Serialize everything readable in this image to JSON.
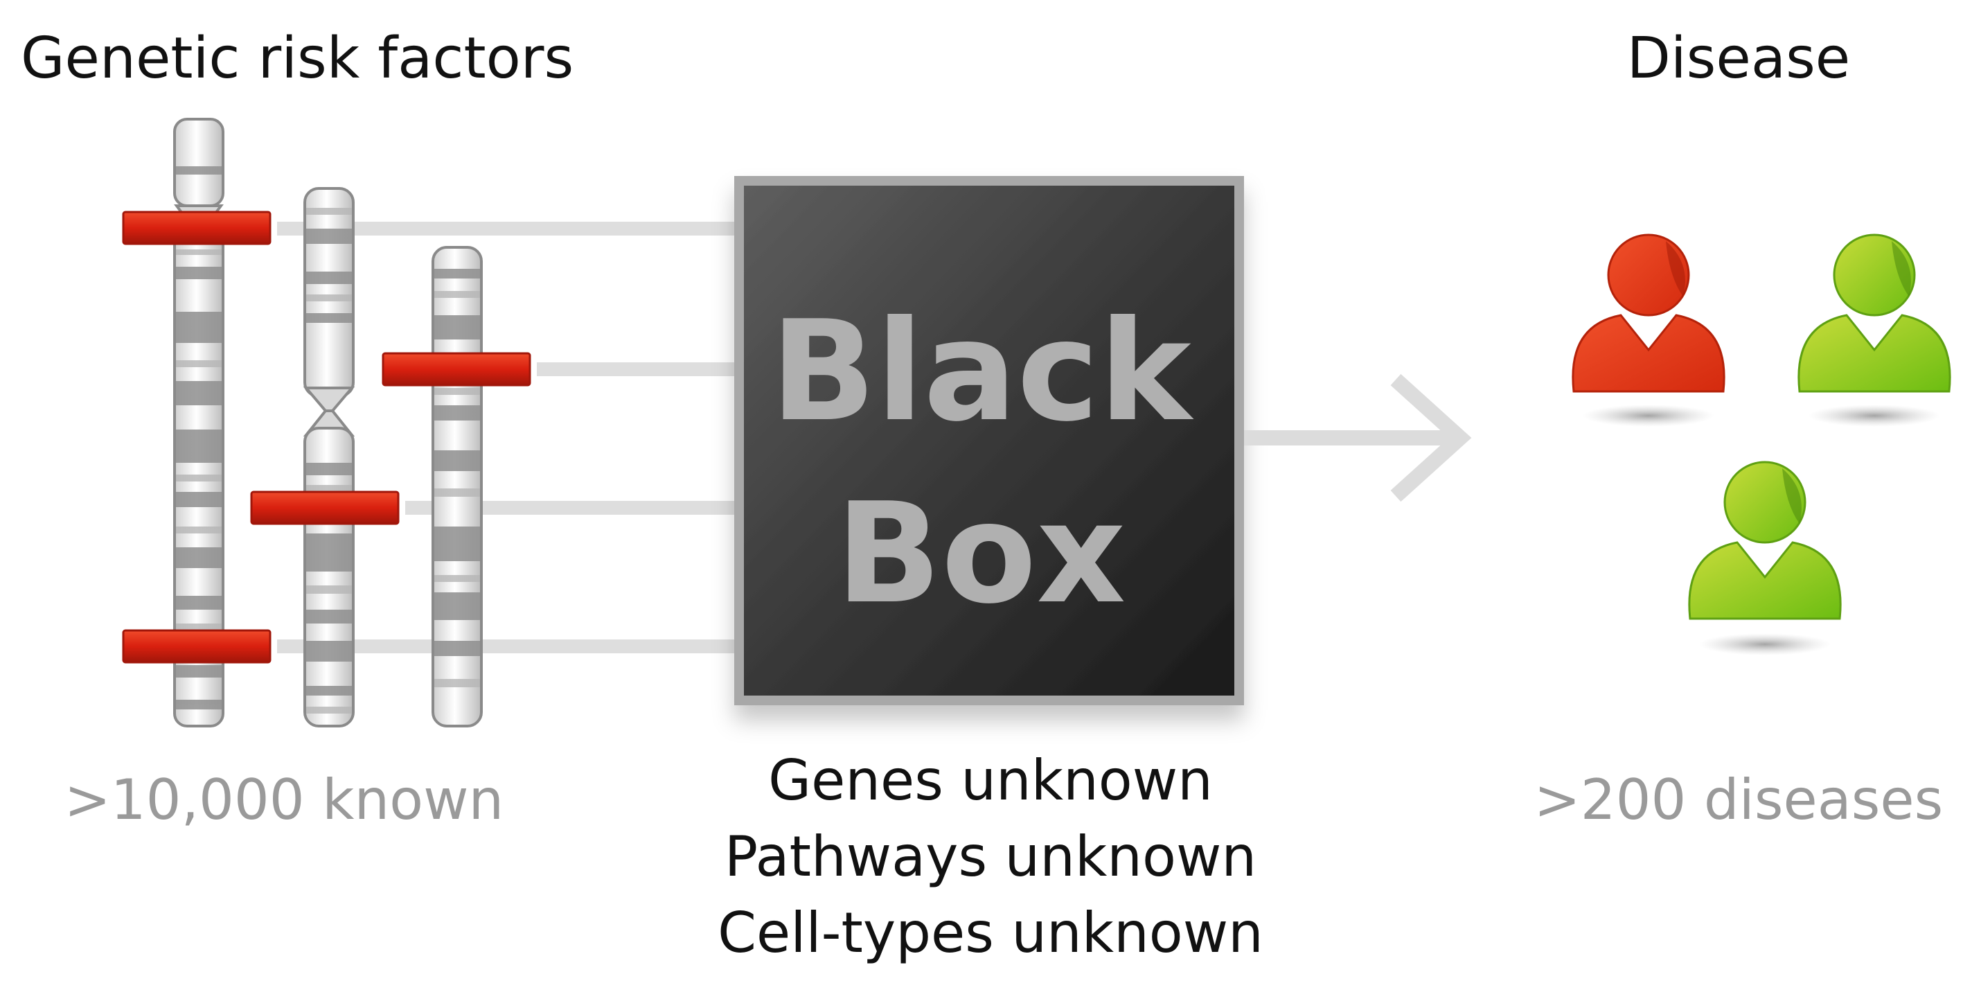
{
  "left": {
    "title": "Genetic risk factors",
    "stat": ">10,000 known"
  },
  "center": {
    "box_line1": "Black",
    "box_line2": "Box",
    "unknowns": [
      "Genes unknown",
      "Pathways unknown",
      "Cell-types unknown"
    ]
  },
  "right": {
    "title": "Disease",
    "stat": ">200 diseases",
    "person_colors": [
      "#e03a12",
      "#8cc21a",
      "#8cc21a"
    ]
  },
  "colors": {
    "risk_marker": "#d9200f",
    "box_fill": "#3a3a3a",
    "box_border": "#a8a8a8",
    "connector": "#dedede"
  },
  "icons": [
    "chromosome-icon",
    "risk-marker-icon",
    "arrow-right-icon",
    "person-icon"
  ]
}
